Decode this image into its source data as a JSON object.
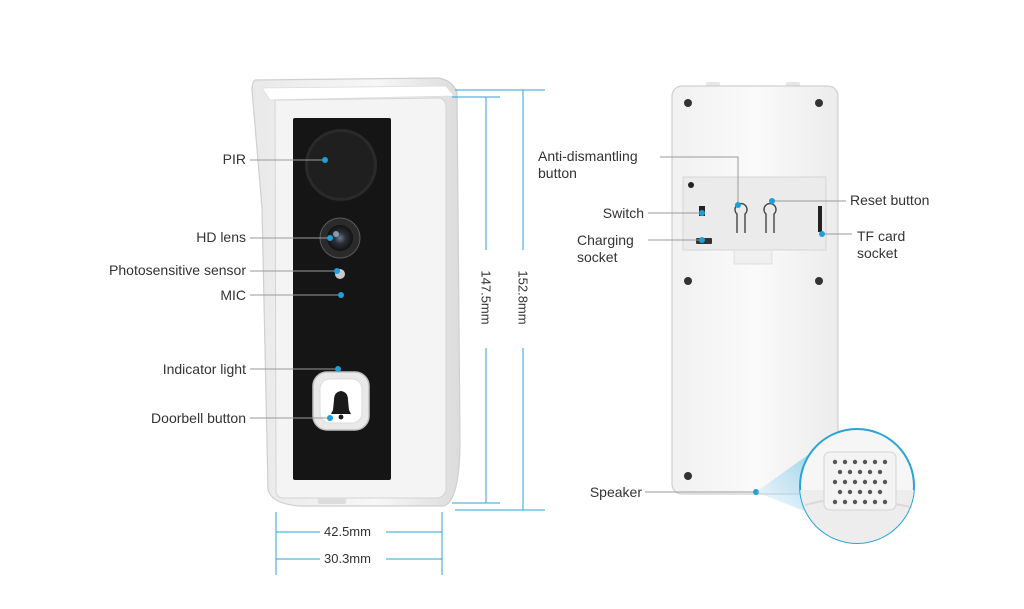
{
  "front_labels": {
    "pir": "PIR",
    "hd_lens": "HD lens",
    "photosensitive_sensor": "Photosensitive sensor",
    "mic": "MIC",
    "indicator_light": "Indicator light",
    "doorbell_button": "Doorbell button"
  },
  "back_labels": {
    "anti_dismantling_line1": "Anti-dismantling",
    "anti_dismantling_line2": "button",
    "switch": "Switch",
    "charging_line1": "Charging",
    "charging_line2": "socket",
    "reset_button": "Reset button",
    "tf_line1": "TF card",
    "tf_line2": "socket",
    "speaker": "Speaker"
  },
  "dimensions": {
    "height_inner": "147.5mm",
    "height_outer": "152.8mm",
    "width_top": "42.5mm",
    "width_bottom": "30.3mm"
  },
  "colors": {
    "accent": "#1e9fd8",
    "panel": "#1a1a1a",
    "housing": "#f2f2f2",
    "outline": "#cccccc"
  }
}
